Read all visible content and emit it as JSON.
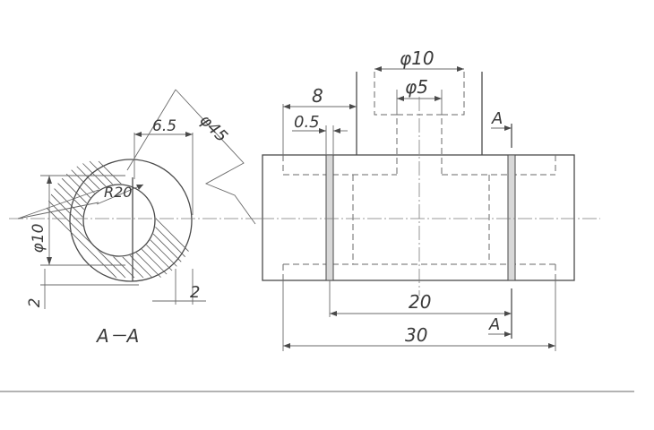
{
  "dimensions": {
    "phi10_top": "φ10",
    "phi5": "φ5",
    "eight": "8",
    "zero_five": "0.5",
    "a_top": "A",
    "a_bottom": "A",
    "twenty": "20",
    "thirty": "30",
    "six_five": "6.5",
    "phi45": "φ45",
    "r20": "R20",
    "phi10_left": "φ10",
    "two_left": "2",
    "two_right": "2"
  },
  "section_label": "A－A"
}
